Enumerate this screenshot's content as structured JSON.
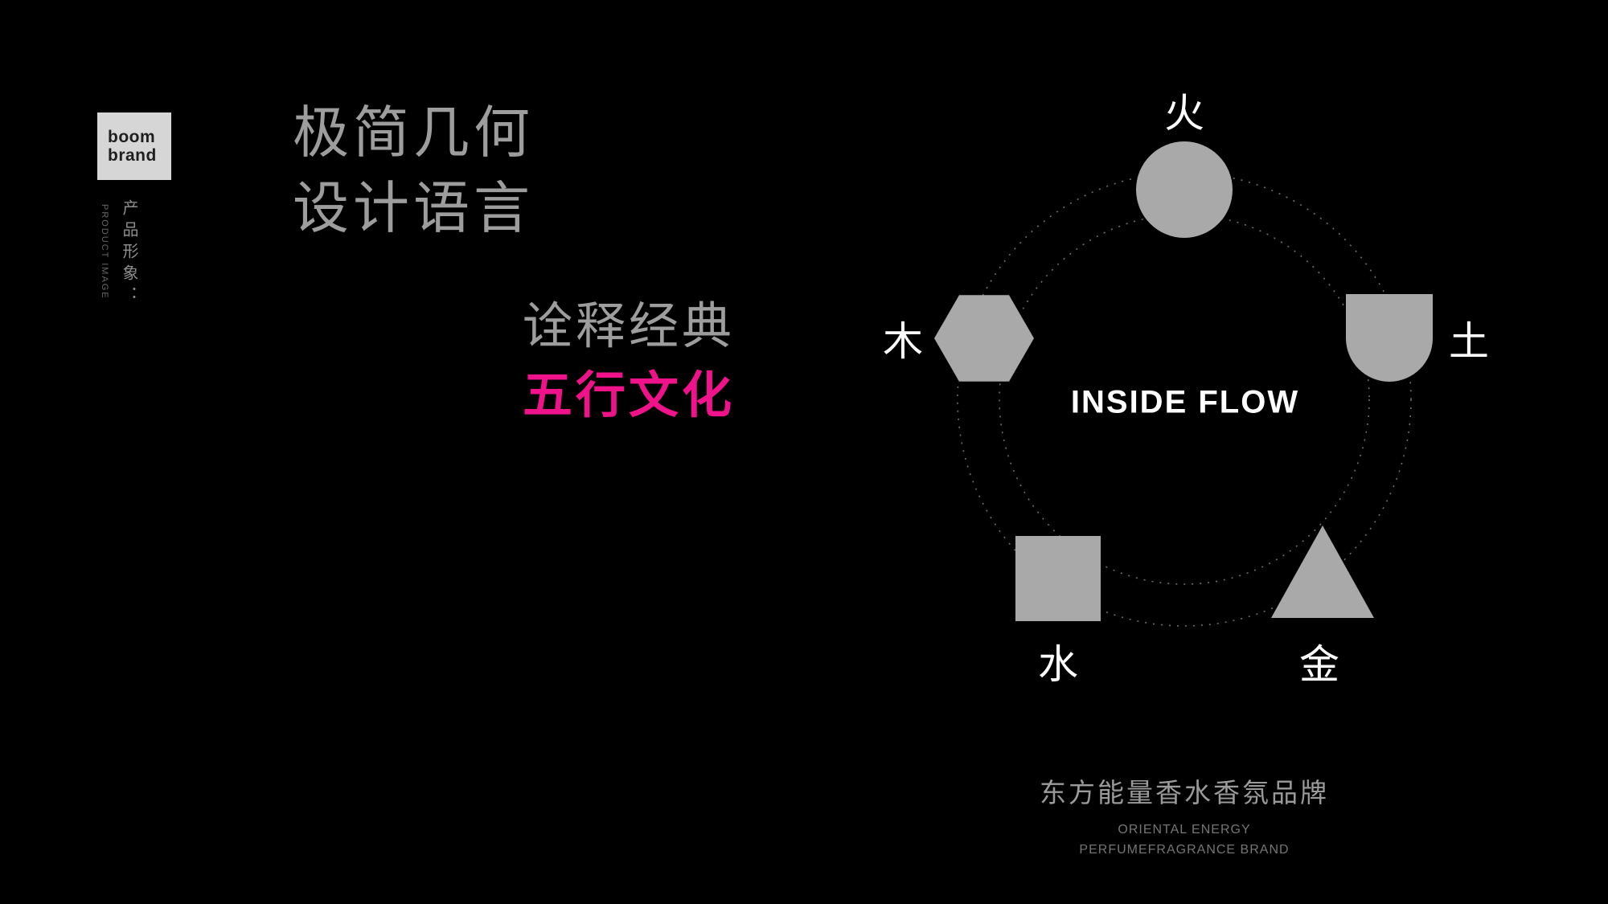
{
  "colors": {
    "background": "#000000",
    "accent_magenta": "#f0128a",
    "gray_text": "#9d9d9d",
    "shape_fill": "#a9a9a9",
    "white_text": "#ffffff"
  },
  "logo": {
    "line1": "boom",
    "line2": "brand"
  },
  "side_label": {
    "cn": "产品形象：",
    "en": "PRODUCT IMAGE"
  },
  "headline": {
    "line1": "极简几何",
    "line2": "设计语言"
  },
  "tagline": {
    "line1": "诠释经典",
    "line2": "五行文化"
  },
  "diagram": {
    "center_label": "INSIDE FLOW",
    "elements": [
      {
        "label": "火",
        "shape": "circle",
        "position": "top"
      },
      {
        "label": "土",
        "shape": "arch",
        "position": "right"
      },
      {
        "label": "金",
        "shape": "triangle",
        "position": "bottom-right"
      },
      {
        "label": "水",
        "shape": "square",
        "position": "bottom-left"
      },
      {
        "label": "木",
        "shape": "hexagon",
        "position": "left"
      }
    ]
  },
  "footer": {
    "cn": "东方能量香水香氛品牌",
    "en_line1": "ORIENTAL ENERGY",
    "en_line2": "PERFUMEFRAGRANCE BRAND"
  }
}
